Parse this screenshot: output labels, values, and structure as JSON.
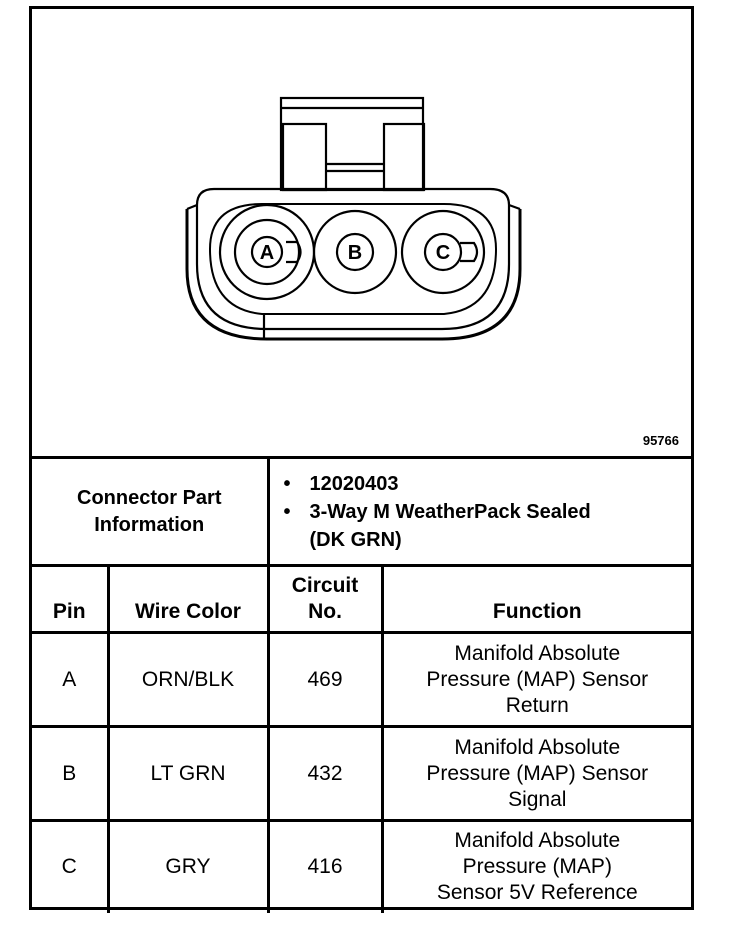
{
  "figure": {
    "number": "95766",
    "pins": [
      "A",
      "B",
      "C"
    ]
  },
  "connector_info": {
    "label_line1": "Connector Part",
    "label_line2": "Information",
    "part_number": "12020403",
    "description_line1": "3-Way M WeatherPack Sealed",
    "description_line2": "(DK GRN)"
  },
  "headers": {
    "pin": "Pin",
    "wire_color": "Wire Color",
    "circuit_line1": "Circuit",
    "circuit_line2": "No.",
    "function": "Function"
  },
  "rows": [
    {
      "pin": "A",
      "wire_color": "ORN/BLK",
      "circuit": "469",
      "function_lines": [
        "Manifold Absolute",
        "Pressure (MAP) Sensor",
        "Return"
      ]
    },
    {
      "pin": "B",
      "wire_color": "LT GRN",
      "circuit": "432",
      "function_lines": [
        "Manifold Absolute",
        "Pressure (MAP) Sensor",
        "Signal"
      ]
    },
    {
      "pin": "C",
      "wire_color": "GRY",
      "circuit": "416",
      "function_lines": [
        "Manifold Absolute",
        "Pressure (MAP)",
        "Sensor 5V Reference"
      ]
    }
  ]
}
